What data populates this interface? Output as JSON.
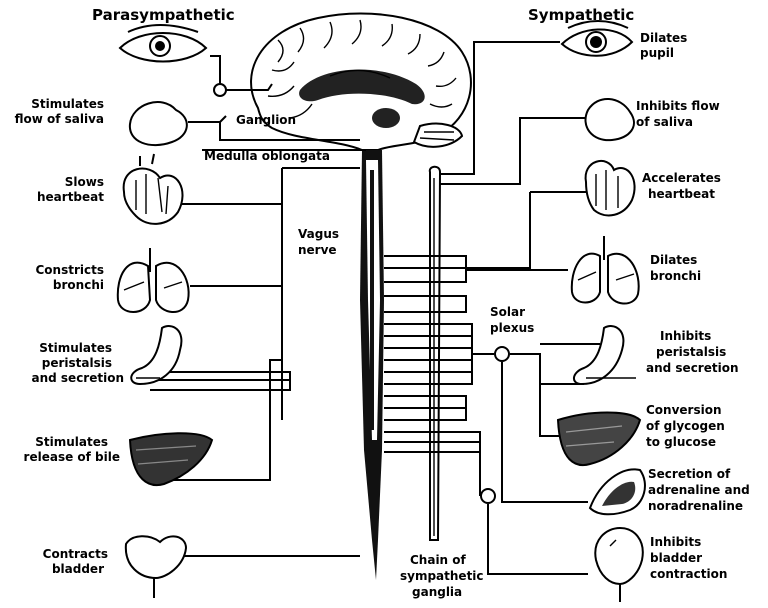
{
  "headers": {
    "parasympathetic": "Parasympathetic",
    "sympathetic": "Sympathetic"
  },
  "center_labels": {
    "ganglion": "Ganglion",
    "medulla": "Medulla oblongata",
    "vagus": [
      "Vagus",
      "nerve"
    ],
    "solar": [
      "Solar",
      "plexus"
    ],
    "chain": [
      "Chain of",
      "sympathetic",
      "ganglia"
    ]
  },
  "left_labels": [
    [
      "Stimulates",
      "flow of saliva"
    ],
    [
      "Slows",
      "heartbeat"
    ],
    [
      "Constricts",
      "bronchi"
    ],
    [
      "Stimulates",
      "peristalsis",
      "and secretion"
    ],
    [
      "Stimulates",
      "release of bile"
    ],
    [
      "Contracts",
      "bladder"
    ]
  ],
  "right_labels": [
    [
      "Dilates",
      "pupil"
    ],
    [
      "Inhibits flow",
      "of saliva"
    ],
    [
      "Accelerates",
      "heartbeat"
    ],
    [
      "Dilates",
      "bronchi"
    ],
    [
      "Inhibits",
      "peristalsis",
      "and secretion"
    ],
    [
      "Conversion",
      "of glycogen",
      "to glucose"
    ],
    [
      "Secretion of",
      "adrenaline and",
      "noradrenaline"
    ],
    [
      "Inhibits",
      "bladder",
      "contraction"
    ]
  ]
}
